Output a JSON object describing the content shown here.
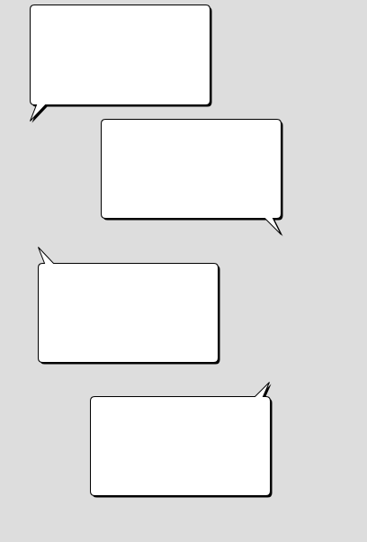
{
  "colors": {
    "background": "#dddddd",
    "bubble_fill": "#ffffff",
    "bubble_stroke": "#000000",
    "bubble_shadow": "#000000"
  },
  "bubbles": [
    {
      "text": "",
      "tail": "bottom-left"
    },
    {
      "text": "",
      "tail": "bottom-right"
    },
    {
      "text": "",
      "tail": "top-left"
    },
    {
      "text": "",
      "tail": "top-right"
    }
  ]
}
